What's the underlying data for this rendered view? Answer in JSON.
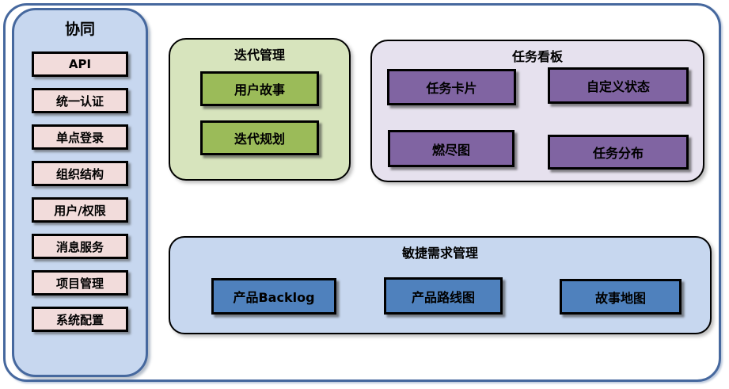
{
  "diagram": {
    "sidebar": {
      "title": "协同",
      "items": [
        "API",
        "统一认证",
        "单点登录",
        "组织结构",
        "用户/权限",
        "消息服务",
        "项目管理",
        "系统配置"
      ]
    },
    "iteration_panel": {
      "title": "迭代管理",
      "items": [
        "用户故事",
        "迭代规划"
      ]
    },
    "taskboard_panel": {
      "title": "任务看板",
      "items": [
        "任务卡片",
        "自定义状态",
        "燃尽图",
        "任务分布"
      ]
    },
    "agile_panel": {
      "title": "敏捷需求管理",
      "items": [
        "产品Backlog",
        "产品路线图",
        "故事地图"
      ]
    },
    "colors": {
      "frame_border": "#46689e",
      "sidebar_fill": "#c7d7ef",
      "sidebar_item_fill": "#f2dcdb",
      "iteration_panel_fill": "#d7e4bd",
      "iteration_item_fill": "#9bbb59",
      "taskboard_panel_fill": "#e6e1ee",
      "taskboard_item_fill": "#8064a2",
      "agile_panel_fill": "#c7d7ef",
      "agile_item_fill": "#4f81bd",
      "box_border": "#000000",
      "text": "#000000"
    }
  }
}
